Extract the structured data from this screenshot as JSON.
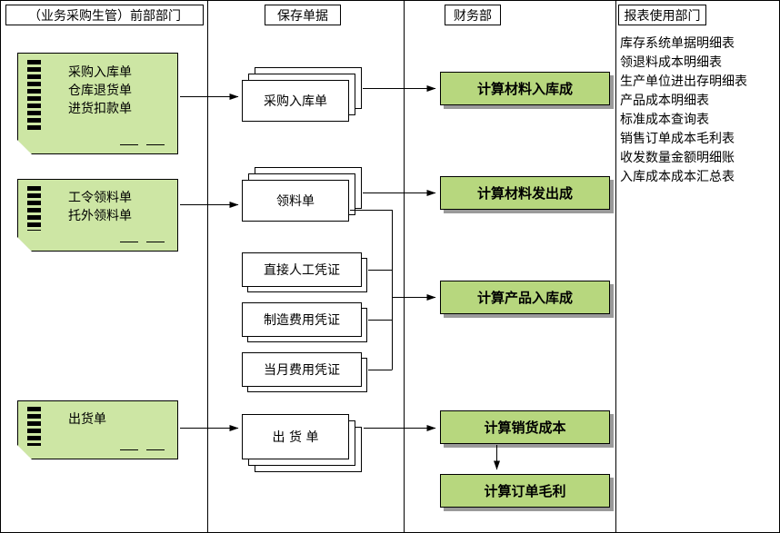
{
  "headers": {
    "source": "（业务采购生管）前部部门",
    "documents": "保存单据",
    "finance": "财务部",
    "reports": "报表使用部门"
  },
  "source_notes": [
    {
      "lines": [
        "采购入库单",
        "仓库退货单",
        "进货扣款单"
      ]
    },
    {
      "lines": [
        "工令领料单",
        "托外领料单"
      ]
    },
    {
      "lines": [
        "出货单"
      ]
    }
  ],
  "documents": [
    {
      "label": "采购入库单"
    },
    {
      "label": "领料单"
    },
    {
      "label": "直接人工凭证"
    },
    {
      "label": "制造费用凭证"
    },
    {
      "label": "当月费用凭证"
    },
    {
      "label": "出 货 单"
    }
  ],
  "processes": [
    {
      "label": "计算材料入库成"
    },
    {
      "label": "计算材料发出成"
    },
    {
      "label": "计算产品入库成"
    },
    {
      "label": "计算销货成本"
    },
    {
      "label": "计算订单毛利"
    }
  ],
  "reports": [
    "库存系统单据明细表",
    "领退料成本明细表",
    "生产单位进出存明细表",
    "产品成本明细表",
    "标准成本查询表",
    "销售订单成本毛利表",
    "收发数量金额明细账",
    "入库成本成本汇总表"
  ],
  "colors": {
    "note_fill": "#cde6a4",
    "process_fill": "#b7d77e",
    "shadow": "#9a9a9a",
    "line": "#000000"
  }
}
